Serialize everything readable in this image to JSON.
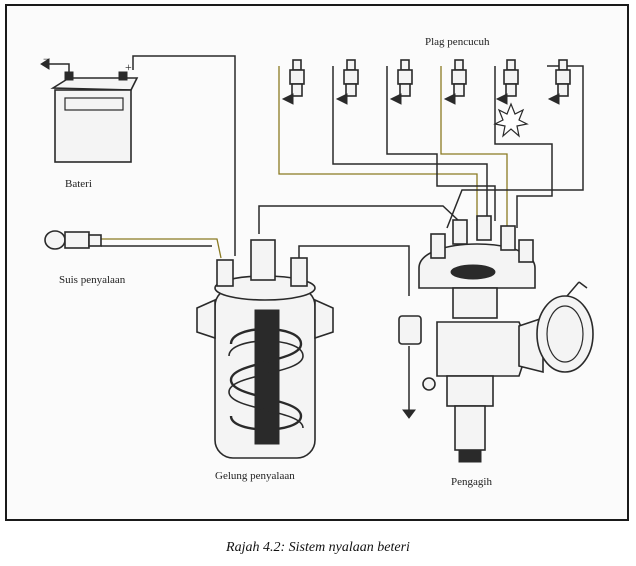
{
  "figure": {
    "caption": "Rajah 4.2: Sistem nyalaan beteri"
  },
  "labels": {
    "spark_plugs": "Plag pencucuh",
    "battery": "Bateri",
    "ignition_switch": "Suis penyalaan",
    "ignition_coil": "Gelung penyalaan",
    "distributor": "Pengagih"
  },
  "terminals": {
    "positive": "+",
    "negative": "−"
  },
  "colors": {
    "line": "#2a2a2a",
    "accent_wire": "#8a7a22"
  }
}
